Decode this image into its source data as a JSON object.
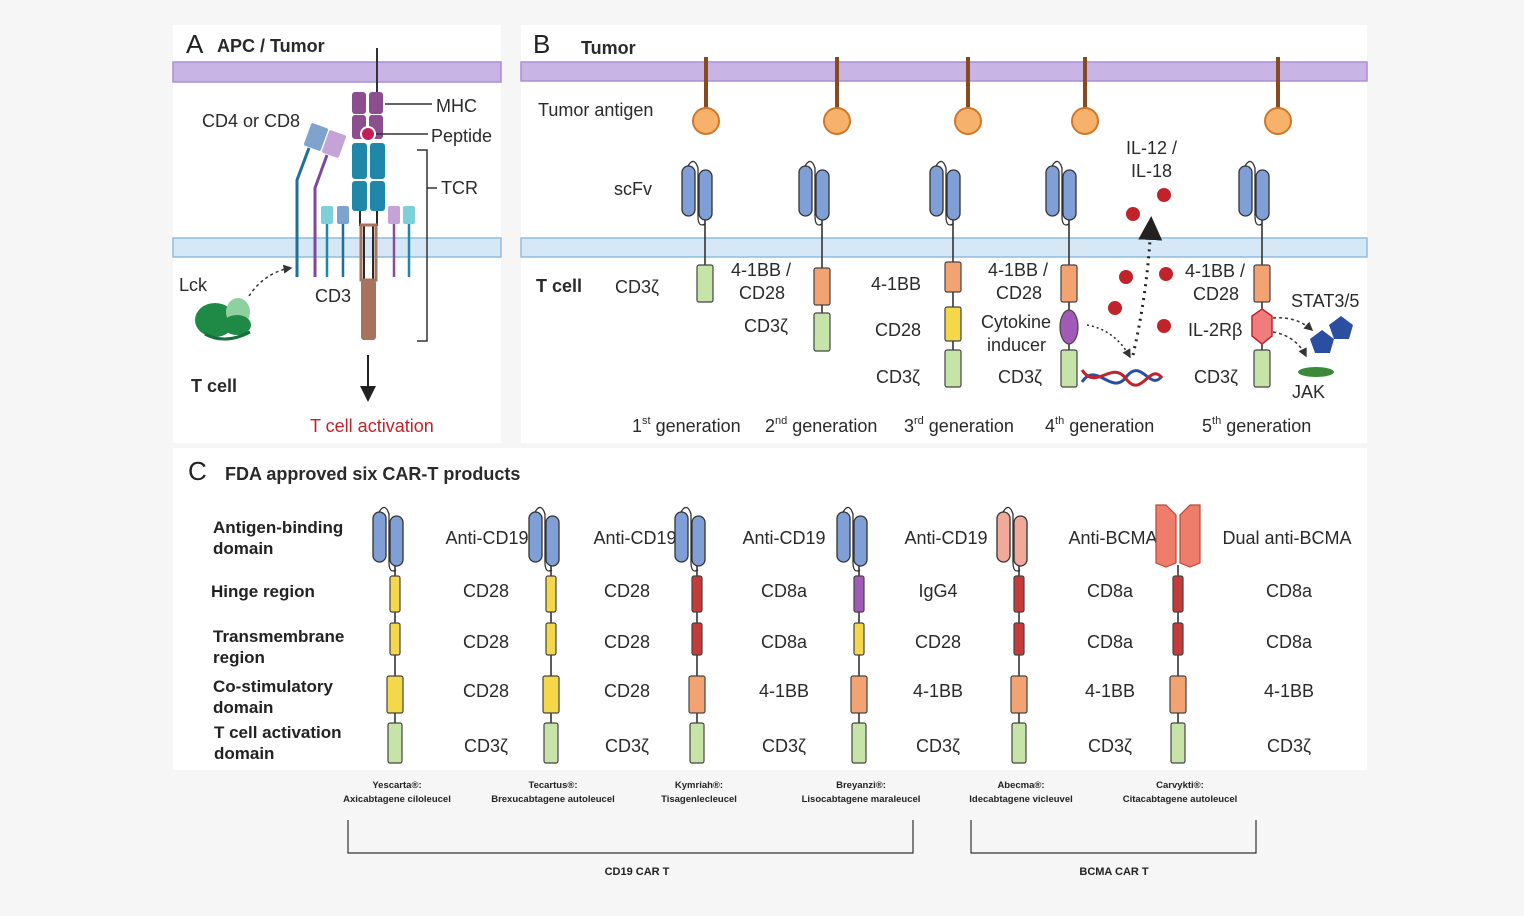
{
  "panelA": {
    "letter": "A",
    "title": "APC / Tumor",
    "cd4cd8": "CD4 or CD8",
    "mhc": "MHC",
    "peptide": "Peptide",
    "tcr": "TCR",
    "lck": "Lck",
    "cd3": "CD3",
    "tcell": "T cell",
    "activation": "T cell activation"
  },
  "panelB": {
    "letter": "B",
    "title": "Tumor",
    "tumor_antigen": "Tumor antigen",
    "scfv": "scFv",
    "tcell": "T cell",
    "g1": {
      "cd3z": "CD3ζ",
      "num": "1",
      "sup": "st",
      "gen": " generation"
    },
    "g2": {
      "cost": "4-1BB /",
      "cost2": "CD28",
      "cd3z": "CD3ζ",
      "num": "2",
      "sup": "nd",
      "gen": " generation"
    },
    "g3": {
      "a": "4-1BB",
      "b": "CD28",
      "cd3z": "CD3ζ",
      "num": "3",
      "sup": "rd",
      "gen": " generation"
    },
    "g4": {
      "cost": "4-1BB /",
      "cost2": "CD28",
      "ci1": "Cytokine",
      "ci2": "inducer",
      "cd3z": "CD3ζ",
      "il1": "IL-12 /",
      "il2": "IL-18",
      "num": "4",
      "sup": "th",
      "gen": " generation"
    },
    "g5": {
      "cost": "4-1BB /",
      "cost2": "CD28",
      "il2rb": "IL-2Rβ",
      "stat": "STAT3/5",
      "jak": "JAK",
      "cd3z": "CD3ζ",
      "num": "5",
      "sup": "th",
      "gen": " generation"
    }
  },
  "panelC": {
    "letter": "C",
    "title": "FDA approved six CAR-T products",
    "rows": {
      "antigen1": "Antigen-binding",
      "antigen2": "domain",
      "hinge": "Hinge region",
      "tm1": "Transmembrane",
      "tm2": "region",
      "co1": "Co-stimulatory",
      "co2": "domain",
      "act1": "T cell activation",
      "act2": "domain"
    },
    "products": [
      {
        "binder": "Anti-CD19",
        "hinge": "CD28",
        "tm": "CD28",
        "cost": "CD28",
        "act": "CD3ζ",
        "brand": "Yescarta®:",
        "generic": "Axicabtagene ciloleucel"
      },
      {
        "binder": "Anti-CD19",
        "hinge": "CD28",
        "tm": "CD28",
        "cost": "CD28",
        "act": "CD3ζ",
        "brand": "Tecartus®:",
        "generic": "Brexucabtagene autoleucel"
      },
      {
        "binder": "Anti-CD19",
        "hinge": "CD8a",
        "tm": "CD8a",
        "cost": "4-1BB",
        "act": "CD3ζ",
        "brand": "Kymriah®:",
        "generic": "Tisagenlecleucel"
      },
      {
        "binder": "Anti-CD19",
        "hinge": "IgG4",
        "tm": "CD28",
        "cost": "4-1BB",
        "act": "CD3ζ",
        "brand": "Breyanzi®:",
        "generic": "Lisocabtagene maraleucel"
      },
      {
        "binder": "Anti-BCMA",
        "hinge": "CD8a",
        "tm": "CD8a",
        "cost": "4-1BB",
        "act": "CD3ζ",
        "brand": "Abecma®:",
        "generic": "Idecabtagene vicleuvel"
      },
      {
        "binder": "Dual anti-BCMA",
        "hinge": "CD8a",
        "tm": "CD8a",
        "cost": "4-1BB",
        "act": "CD3ζ",
        "brand": "Carvykti®:",
        "generic": "Citacabtagene autoleucel"
      }
    ],
    "group1": "CD19 CAR T",
    "group2": "BCMA CAR T"
  },
  "colors": {
    "membrane": "#c9b4e6",
    "cellmembrane": "#bcd8ee",
    "scfv": "#7f9fd6",
    "costim": "#f3a271",
    "cd3z": "#c6e3a8",
    "cd28": "#f5d74a",
    "cd8a": "#c73a3a",
    "igg4": "#a25ab8",
    "bcma": "#f1a99c",
    "red": "#c0232b",
    "activation_text": "#c0232b"
  }
}
